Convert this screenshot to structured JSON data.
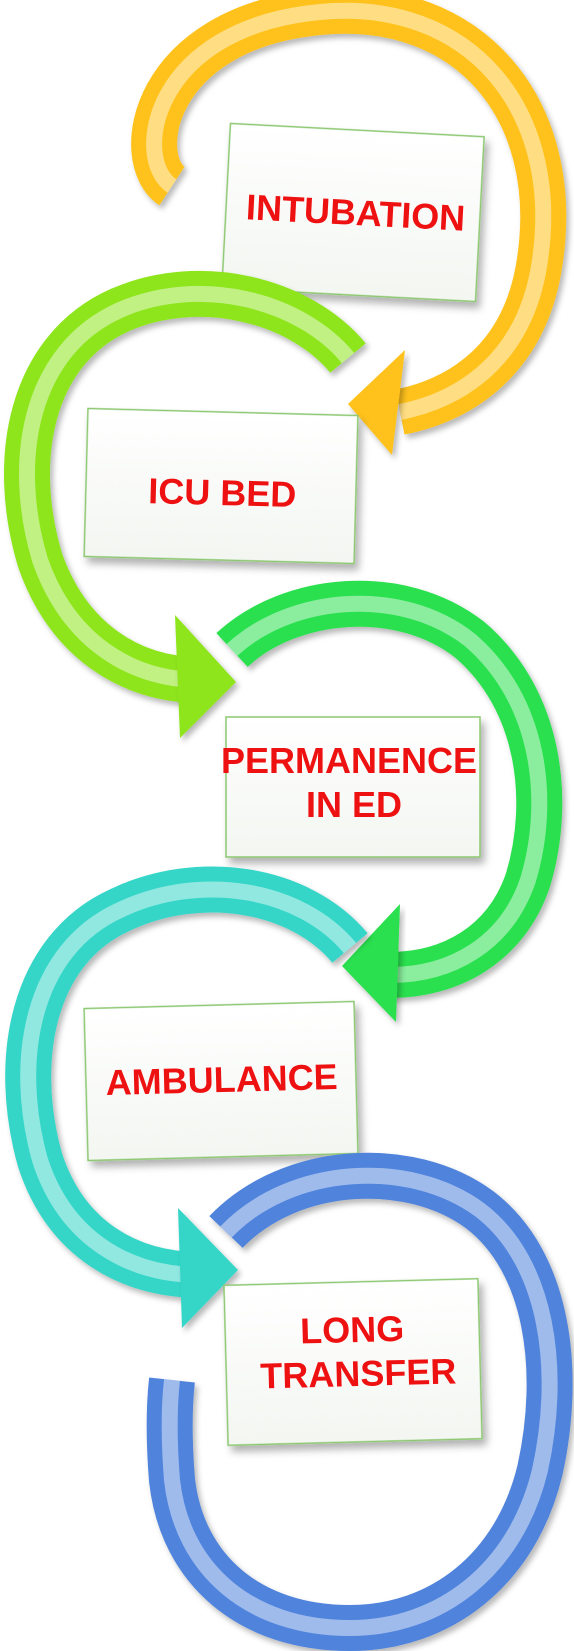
{
  "steps": [
    {
      "lines": [
        "INTUBATION"
      ],
      "color": "#ffc21a"
    },
    {
      "lines": [
        "ICU BED"
      ],
      "color": "#8ee51c"
    },
    {
      "lines": [
        "PERMANENCE",
        "IN ED"
      ],
      "color": "#2be04f"
    },
    {
      "lines": [
        "AMBULANCE"
      ],
      "color": "#36d6c8"
    },
    {
      "lines": [
        "LONG",
        "TRANSFER"
      ],
      "color": "#4f83dc"
    }
  ],
  "label_color": "#ee1111",
  "box_border_color": "#8cc870"
}
